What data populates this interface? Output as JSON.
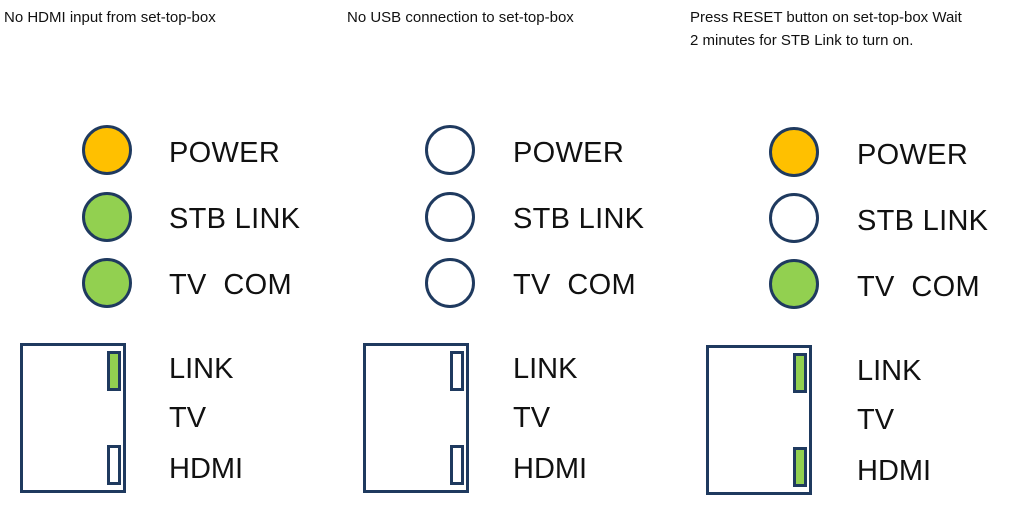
{
  "colors": {
    "orange": "#ffc000",
    "green": "#92d050",
    "off": "#ffffff",
    "outline": "#1f3a5f"
  },
  "panels": [
    {
      "caption": "No HDMI input from set-top-box",
      "leds": [
        {
          "label": "POWER",
          "state": "orange"
        },
        {
          "label": "STB LINK",
          "state": "green"
        },
        {
          "label": "TV  COM",
          "state": "green"
        }
      ],
      "ports": [
        {
          "label": "LINK",
          "state": "green"
        },
        {
          "label": "TV",
          "state": "none"
        },
        {
          "label": "HDMI",
          "state": "off"
        }
      ]
    },
    {
      "caption": "No USB connection to set-top-box",
      "leds": [
        {
          "label": "POWER",
          "state": "off"
        },
        {
          "label": "STB LINK",
          "state": "off"
        },
        {
          "label": "TV  COM",
          "state": "off"
        }
      ],
      "ports": [
        {
          "label": "LINK",
          "state": "off"
        },
        {
          "label": "TV",
          "state": "none"
        },
        {
          "label": "HDMI",
          "state": "off"
        }
      ]
    },
    {
      "caption": "Press RESET button on set-top-box Wait 2 minutes for STB Link to turn on.",
      "leds": [
        {
          "label": "POWER",
          "state": "orange"
        },
        {
          "label": "STB LINK",
          "state": "off"
        },
        {
          "label": "TV  COM",
          "state": "green"
        }
      ],
      "ports": [
        {
          "label": "LINK",
          "state": "green"
        },
        {
          "label": "TV",
          "state": "none"
        },
        {
          "label": "HDMI",
          "state": "green"
        }
      ]
    }
  ]
}
